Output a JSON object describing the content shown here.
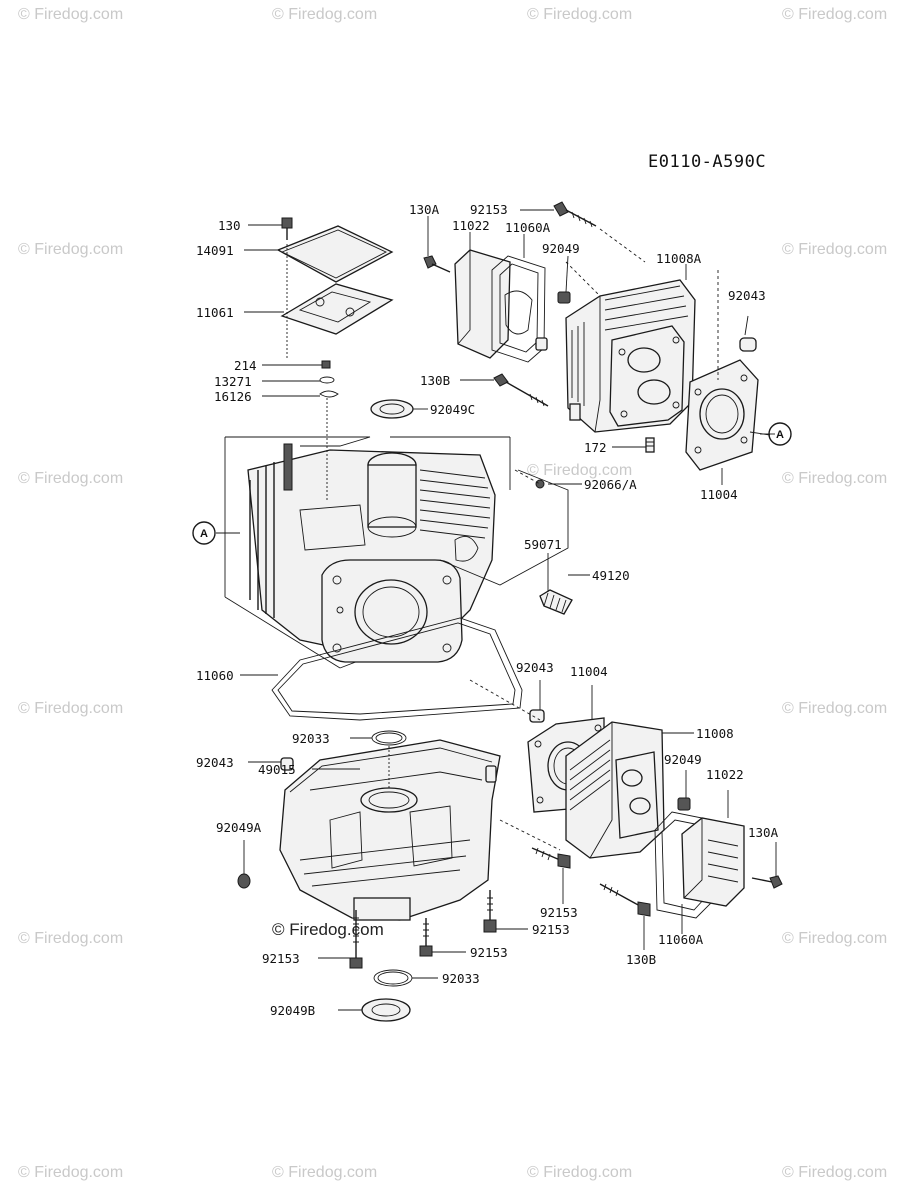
{
  "diagram_code": "E0110-A590C",
  "watermark_text": "© Firedog.com",
  "watermark_inline": "© Firedog.com",
  "callout_letter": "A",
  "parts": {
    "p130_top": "130",
    "p14091": "14091",
    "p11061": "11061",
    "p214": "214",
    "p13271": "13271",
    "p16126": "16126",
    "p130A_top": "130A",
    "p11022_top": "11022",
    "p11060A_top": "11060A",
    "p92153_top": "92153",
    "p92049_top": "92049",
    "p11008A": "11008A",
    "p92043_top": "92043",
    "p130B_top": "130B",
    "p92049C": "92049C",
    "p172": "172",
    "p11004_top": "11004",
    "p92066A": "92066/A",
    "p59071": "59071",
    "p49120": "49120",
    "p11060": "11060",
    "p92043_mid": "92043",
    "p11004_mid": "11004",
    "p11008": "11008",
    "p92033_top": "92033",
    "p49015": "49015",
    "p92049_mid": "92049",
    "p11022_mid": "11022",
    "p92043_left": "92043",
    "p92049A": "92049A",
    "p130A_mid": "130A",
    "p92153_a": "92153",
    "p92153_b": "92153",
    "p92153_c": "92153",
    "p92153_d": "92153",
    "p11060A_mid": "11060A",
    "p130B_mid": "130B",
    "p92033_bot": "92033",
    "p92049B": "92049B"
  }
}
